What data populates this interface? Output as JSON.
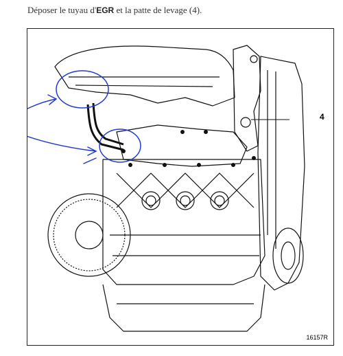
{
  "instruction": {
    "prefix": "Déposer le tuyau d'",
    "bold": "EGR",
    "suffix": " et la patte de levage (4)."
  },
  "figure": {
    "callout_label": "4",
    "reference": "16157R"
  },
  "colors": {
    "annotation": "#1f3bd6",
    "line_art": "#111111"
  }
}
